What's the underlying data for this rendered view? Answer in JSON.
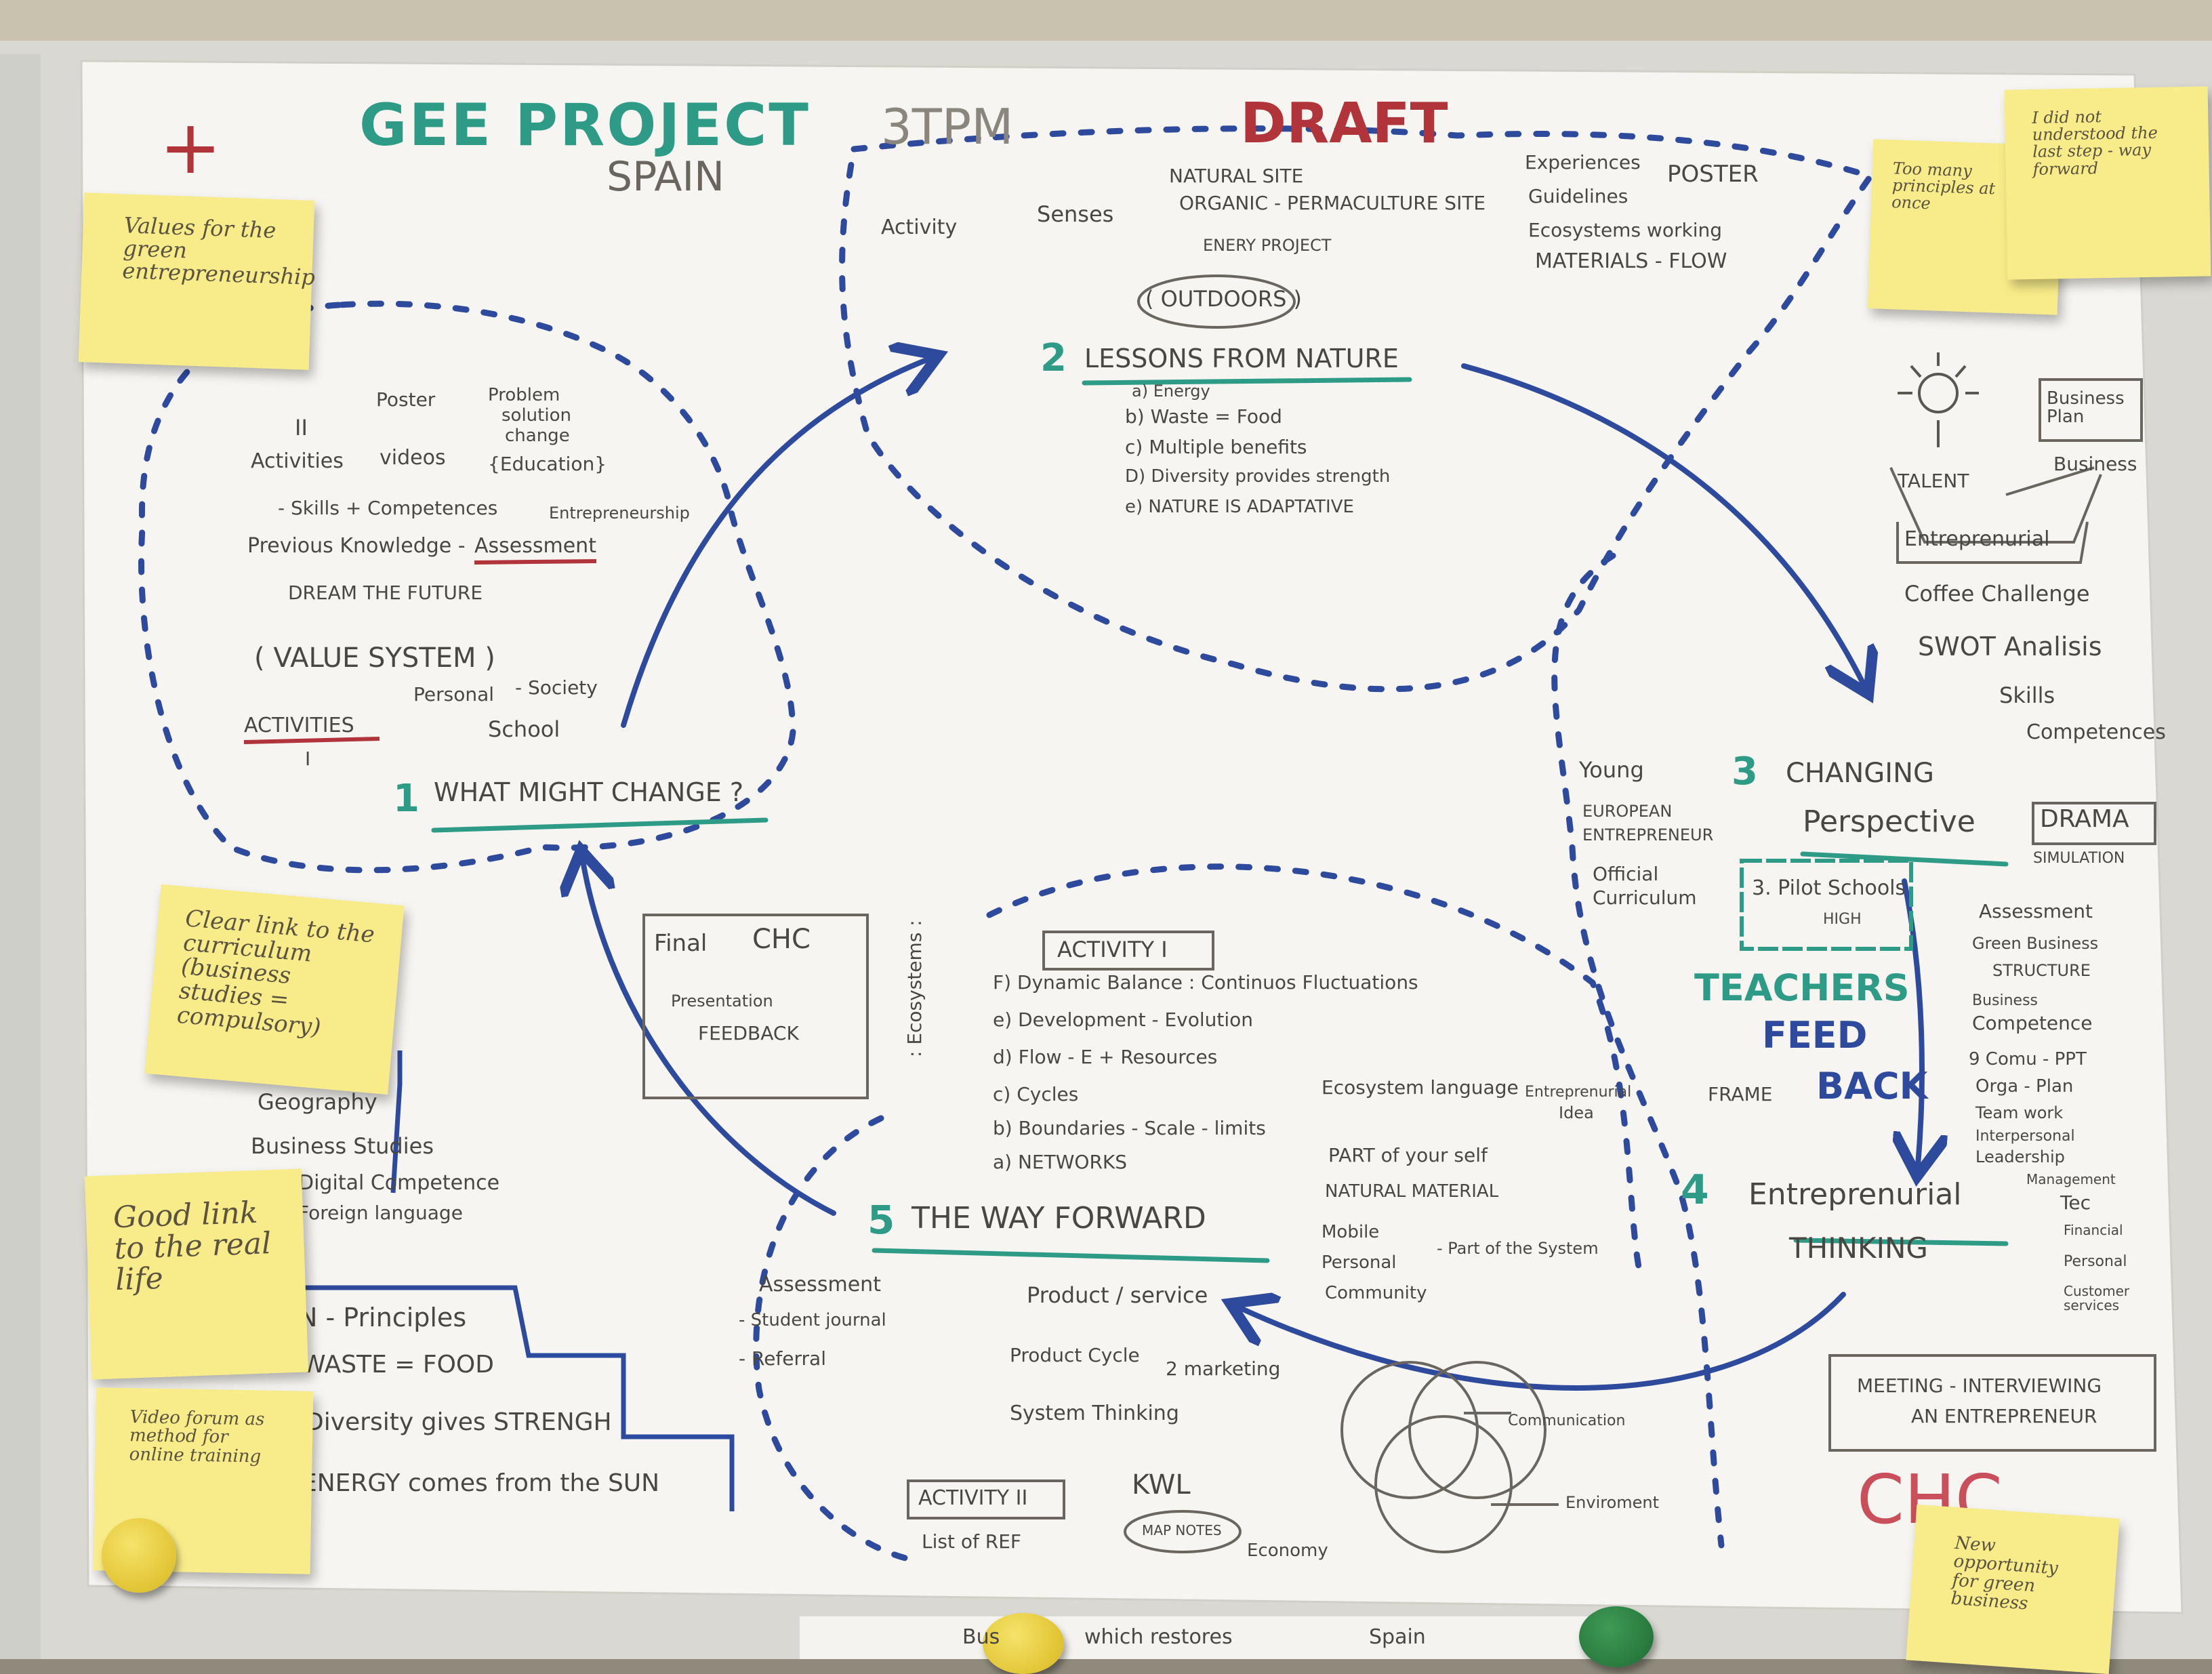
{
  "colors": {
    "teal": "#2e9b86",
    "blue": "#2e4a9c",
    "red": "#b0343a",
    "pencil": "#5a5650",
    "paper": "#f6f5f1",
    "sticky": "#f8ec8a"
  },
  "header": {
    "title": "GEE PROJECT",
    "country": "SPAIN",
    "meeting": "3TPM",
    "status": "DRAFT",
    "plus_mark": "+"
  },
  "section1": {
    "number": "1",
    "heading": "WHAT MIGHT CHANGE ?",
    "roman": "II",
    "activities": "Activities",
    "poster": "Poster",
    "videos": "videos",
    "problem": "Problem",
    "solution": "solution",
    "change": "change",
    "education": "{Education}",
    "skills": "- Skills + Competences",
    "entre": "Entrepreneurship",
    "previous": "Previous Knowledge -",
    "assessment": "Assessment",
    "dream": "DREAM THE FUTURE",
    "value": "( VALUE SYSTEM )",
    "personal": "Personal",
    "society": "- Society",
    "school": "School",
    "activities2": "ACTIVITIES",
    "roman_i": "I"
  },
  "section2": {
    "number": "2",
    "heading": "LESSONS FROM NATURE",
    "activity": "Activity",
    "senses": "Senses",
    "site1": "NATURAL SITE",
    "site2": "ORGANIC - PERMACULTURE SITE",
    "site3": "ENERY PROJECT",
    "outdoors": "( OUTDOORS )",
    "items": [
      "a) Energy",
      "b) Waste = Food",
      "c) Multiple benefits",
      "D) Diversity provides strength",
      "e) NATURE IS ADAPTATIVE"
    ],
    "experiences": "Experiences",
    "guidelines": "Guidelines",
    "poster": "POSTER",
    "ecosystems": "Ecosystems working",
    "materials": "MATERIALS - FLOW"
  },
  "section3": {
    "number": "3",
    "heading1": "CHANGING",
    "heading2": "Perspective",
    "young": "Young",
    "european": "EUROPEAN",
    "entrepreneur": "ENTREPRENEUR",
    "official": "Official",
    "curriculum": "Curriculum",
    "pilot": "3. Pilot Schools",
    "high": "HIGH",
    "teachers": "TEACHERS",
    "feed": "FEED",
    "back": "BACK"
  },
  "section4": {
    "number": "4",
    "heading1": "Entreprenurial",
    "heading2": "THINKING"
  },
  "section5": {
    "number": "5",
    "heading": "THE WAY FORWARD",
    "assessment": "Assessment",
    "journal": "- Student journal",
    "referral": "- Referral",
    "product": "Product / service",
    "cycle": "Product Cycle",
    "marketing": "2 marketing",
    "system": "System Thinking",
    "activity2": "ACTIVITY II",
    "list": "List of REF",
    "kwl": "KWL",
    "mapnotes": "MAP NOTES"
  },
  "activity1": {
    "box": "ACTIVITY I",
    "eco": ": Ecosystems :",
    "items": [
      "F) Dynamic Balance : Continuos Fluctuations",
      "e) Development - Evolution",
      "d) Flow - E + Resources",
      "c) Cycles",
      "b) Boundaries - Scale - limits",
      "a) NETWORKS"
    ]
  },
  "center": {
    "final": "Final",
    "chc": "CHC",
    "presentation": "Presentation",
    "feedback": "FEEDBACK",
    "ecolang": "Ecosystem language",
    "entreidea": "Entreprenurial",
    "idea": "Idea",
    "frame": "FRAME",
    "part": "PART of your self",
    "natmat": "NATURAL MATERIAL",
    "mobile": "Mobile",
    "personal": "Personal",
    "partsys": "- Part of the System",
    "community": "Community",
    "communication": "Communication",
    "environment": "Enviroment",
    "economy": "Economy"
  },
  "right": {
    "business_plan": "Business Plan",
    "business": "Business",
    "talent": "TALENT",
    "entre": "Entreprenurial",
    "coffee": "Coffee Challenge",
    "swot": "SWOT Analisis",
    "skills": "Skills",
    "competences": "Competences",
    "drama": "DRAMA",
    "simulation": "SIMULATION",
    "assessment": "Assessment",
    "green": "Green Business",
    "structure": "STRUCTURE",
    "buscomp": "Business",
    "competence": "Competence",
    "list": [
      "9 Comu - PPT",
      "Orga - Plan",
      "Team work",
      "Interpersonal",
      "Leadership",
      "Management",
      "Tec",
      "Financial",
      "Personal",
      "Customer services"
    ],
    "meeting": "MEETING - INTERVIEWING",
    "entrepreneur": "AN ENTREPRENEUR",
    "chc": "CHC"
  },
  "bottom_left": {
    "geography": "Geography",
    "business": "Business Studies",
    "digital": "Digital Competence",
    "foreign": "Foreign language",
    "principles": "N - Principles",
    "waste": "WASTE = FOOD",
    "diversity": "Diversity gives STRENGH",
    "energy": "ENERGY comes from the SUN"
  },
  "stickies": {
    "values": "Values for the green entrepreneurship",
    "clear": "Clear link to the curriculum (business studies = compulsory)",
    "good": "Good link to the real life",
    "video": "Video forum as method for online training",
    "notund": "I did not understood the last step - way forward",
    "toomany": "Too many principles at once",
    "newopp": "New opportunity for green business"
  },
  "bottom_paper": {
    "text1": "Bus",
    "text2": "which restores",
    "text3": "Spain"
  }
}
